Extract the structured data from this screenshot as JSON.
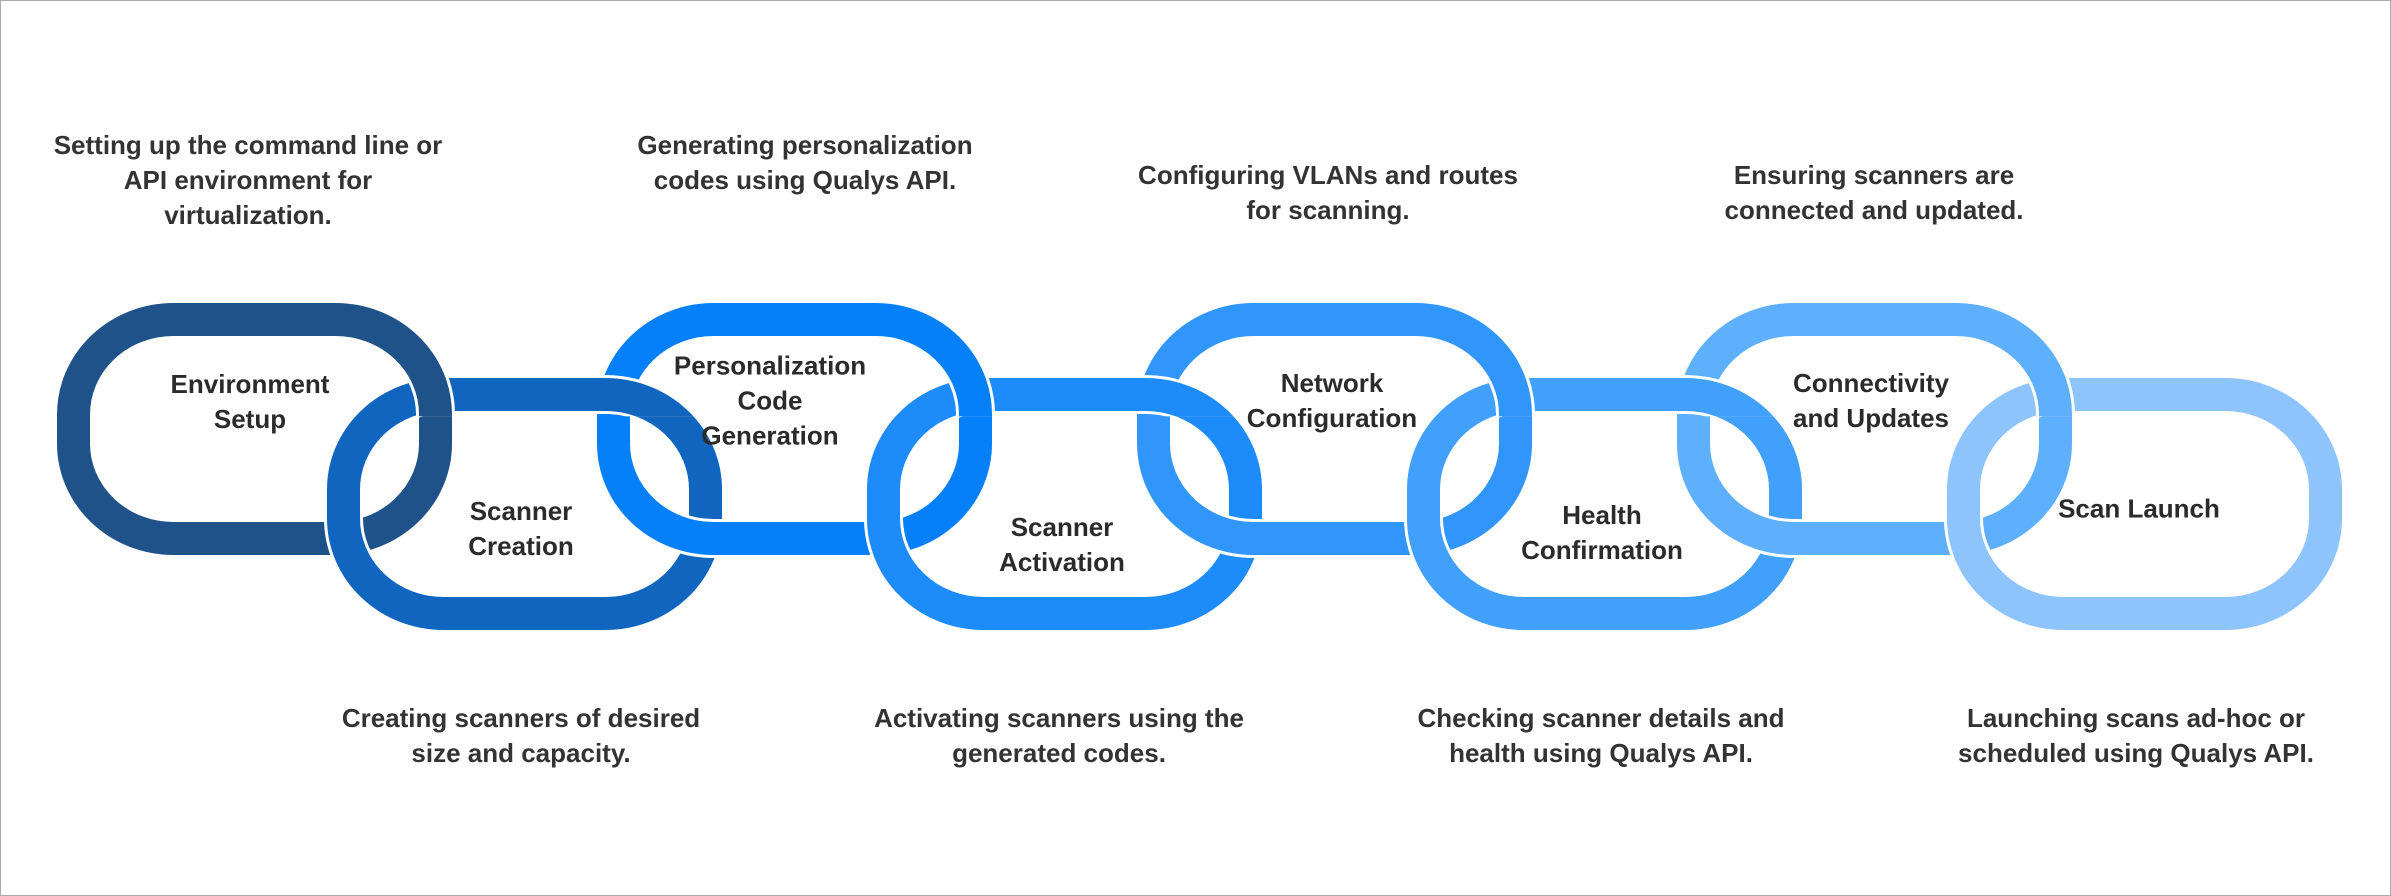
{
  "steps": [
    {
      "label": "Environment Setup",
      "description": "Setting up the command line or API environment for virtualization.",
      "color": "#20528A"
    },
    {
      "label": "Scanner Creation",
      "description": "Creating scanners of desired size and capacity.",
      "color": "#1066BF"
    },
    {
      "label": "Personalization Code Generation",
      "description": "Generating personalization codes using Qualys API.",
      "color": "#0580F9"
    },
    {
      "label": "Scanner Activation",
      "description": "Activating scanners using the generated codes.",
      "color": "#1E8BFB"
    },
    {
      "label": "Network Configuration",
      "description": "Configuring VLANs and routes for scanning.",
      "color": "#3196FB"
    },
    {
      "label": "Health Confirmation",
      "description": "Checking scanner details and health using Qualys API.",
      "color": "#40A0FB"
    },
    {
      "label": "Connectivity and Updates",
      "description": "Ensuring scanners are connected and updated.",
      "color": "#5EB0FC"
    },
    {
      "label": "Scan Launch",
      "description": "Launching scans ad-hoc or scheduled using Qualys API.",
      "color": "#8EC4FC"
    }
  ]
}
